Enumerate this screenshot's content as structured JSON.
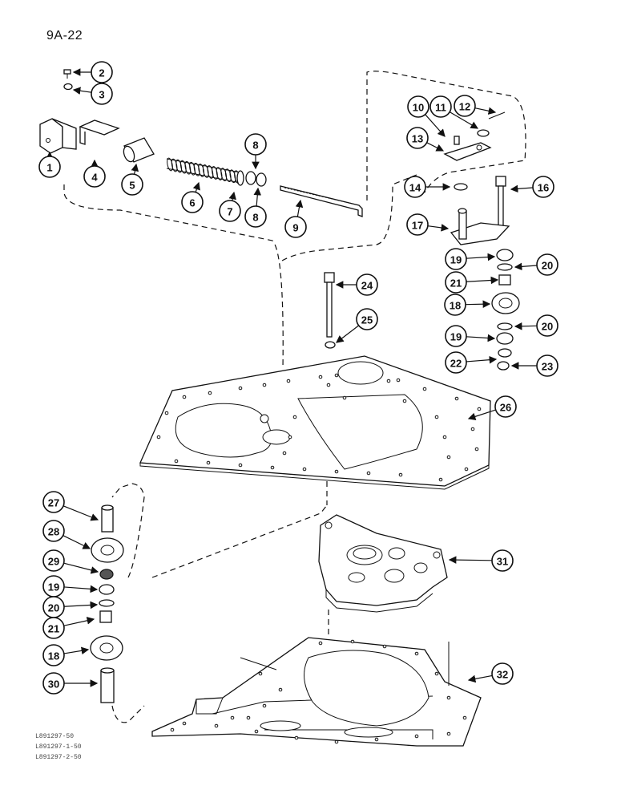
{
  "page_number": "9A-22",
  "reference_codes": [
    "L891297-50",
    "L891297-1-50",
    "L891297-2-50"
  ],
  "callouts": [
    "1",
    "2",
    "3",
    "4",
    "5",
    "6",
    "7",
    "8",
    "8",
    "9",
    "10",
    "11",
    "12",
    "13",
    "14",
    "16",
    "17",
    "19",
    "20",
    "21",
    "18",
    "20",
    "19",
    "22",
    "23",
    "24",
    "25",
    "26",
    "27",
    "28",
    "29",
    "19",
    "20",
    "21",
    "18",
    "30",
    "31",
    "32"
  ]
}
